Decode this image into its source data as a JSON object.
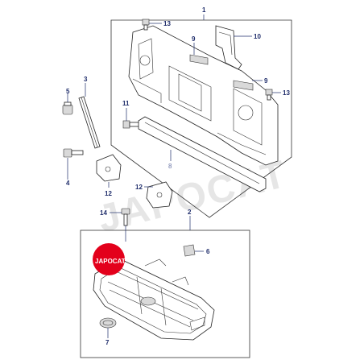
{
  "watermark": "JAPOCAT",
  "logo": {
    "text": "JAPOCAT",
    "color": "#e3001b"
  },
  "accent_color": "#1f2d6b",
  "callouts": {
    "c1": "1",
    "c2": "2",
    "c3": "3",
    "c4": "4",
    "c5": "5",
    "c6": "6",
    "c7": "7",
    "c8": "8",
    "c9a": "9",
    "c9b": "9",
    "c10": "10",
    "c11": "11",
    "c12a": "12",
    "c12b": "12",
    "c13a": "13",
    "c13b": "13",
    "c14": "14"
  }
}
